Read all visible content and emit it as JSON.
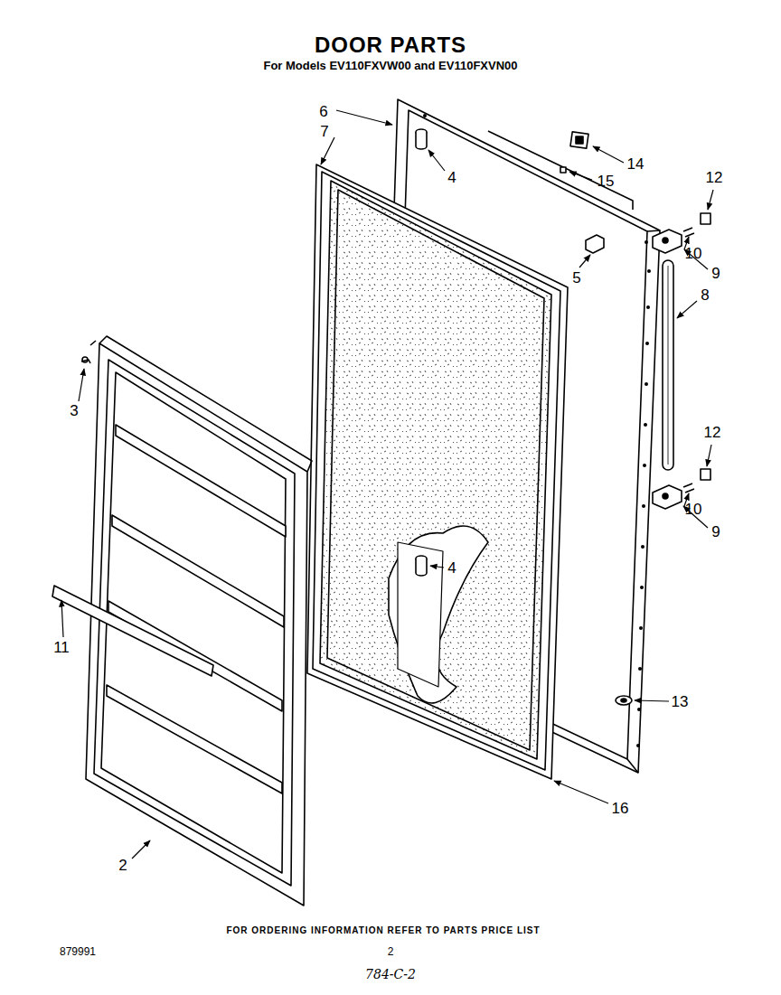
{
  "diagram": {
    "title": "DOOR PARTS",
    "labels": [
      "For Models EV110FXVW00 and EV110FXVN00",
      "6",
      "7",
      "4",
      "14",
      "15",
      "12",
      "10",
      "9",
      "5",
      "8",
      "12",
      "10",
      "9",
      "3",
      "11",
      "4",
      "13",
      "16",
      "2",
      "FOR ORDERING INFORMATION REFER TO PARTS PRICE LIST",
      "879991",
      "2",
      "784-C-2"
    ]
  }
}
